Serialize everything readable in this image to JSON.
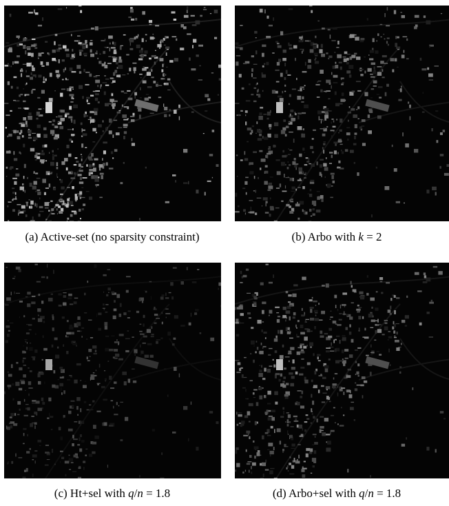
{
  "figure": {
    "panels": [
      {
        "caption": "(a) Active-set (no sparsity constraint)",
        "image": "aerial-urban-abundance-map",
        "brightness": "high"
      },
      {
        "caption_prefix": "(b) Arbo with ",
        "caption_math_var": "k",
        "caption_math_rest": " = 2",
        "image": "aerial-urban-abundance-map",
        "brightness": "medium"
      },
      {
        "caption_prefix": "(c) Ht+sel with ",
        "caption_math_var": "q",
        "caption_math_slash": "/",
        "caption_math_var2": "n",
        "caption_math_rest": " = 1.8",
        "image": "aerial-urban-abundance-map",
        "brightness": "low"
      },
      {
        "caption_prefix": "(d) Arbo+sel with ",
        "caption_math_var": "q",
        "caption_math_slash": "/",
        "caption_math_var2": "n",
        "caption_math_rest": " = 1.8",
        "image": "aerial-urban-abundance-map",
        "brightness": "medium"
      }
    ]
  }
}
